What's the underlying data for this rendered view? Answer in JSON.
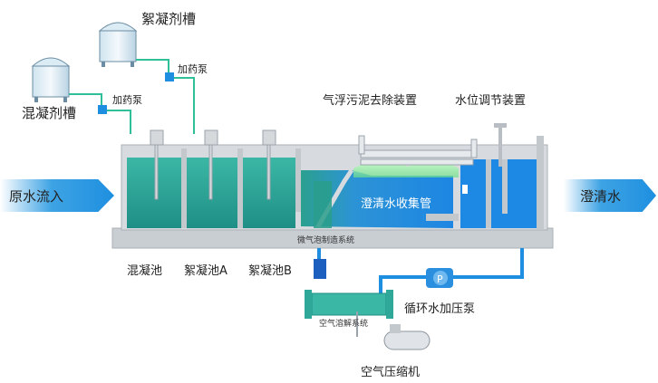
{
  "labels": {
    "flocculant_tank": "絮凝剂槽",
    "coagulant_tank": "混凝剂槽",
    "dosing_pump_1": "加药泵",
    "dosing_pump_2": "加药泵",
    "daf_sludge_removal": "气浮污泥去除装置",
    "level_adjuster": "水位调节装置",
    "raw_water_inlet": "原水流入",
    "clear_water_out": "澄清水",
    "clear_water_pipe": "澄清水收集管",
    "microbubble_system": "微气泡制造系统",
    "coagulation_tank": "混凝池",
    "flocculation_tank_a": "絮凝池A",
    "flocculation_tank_b": "絮凝池B",
    "recirculation_pump": "循环水加压泵",
    "air_dissolving_system": "空气溶解系统",
    "air_compressor": "空气压缩机"
  },
  "colors": {
    "tank_frame": "#c9ced3",
    "water_green": "#2fa89a",
    "water_blue": "#2b8fe0",
    "pipe_green": "#2fbf9a",
    "pipe_blue": "#1e8fe0",
    "foam": "#9ef0a0"
  }
}
